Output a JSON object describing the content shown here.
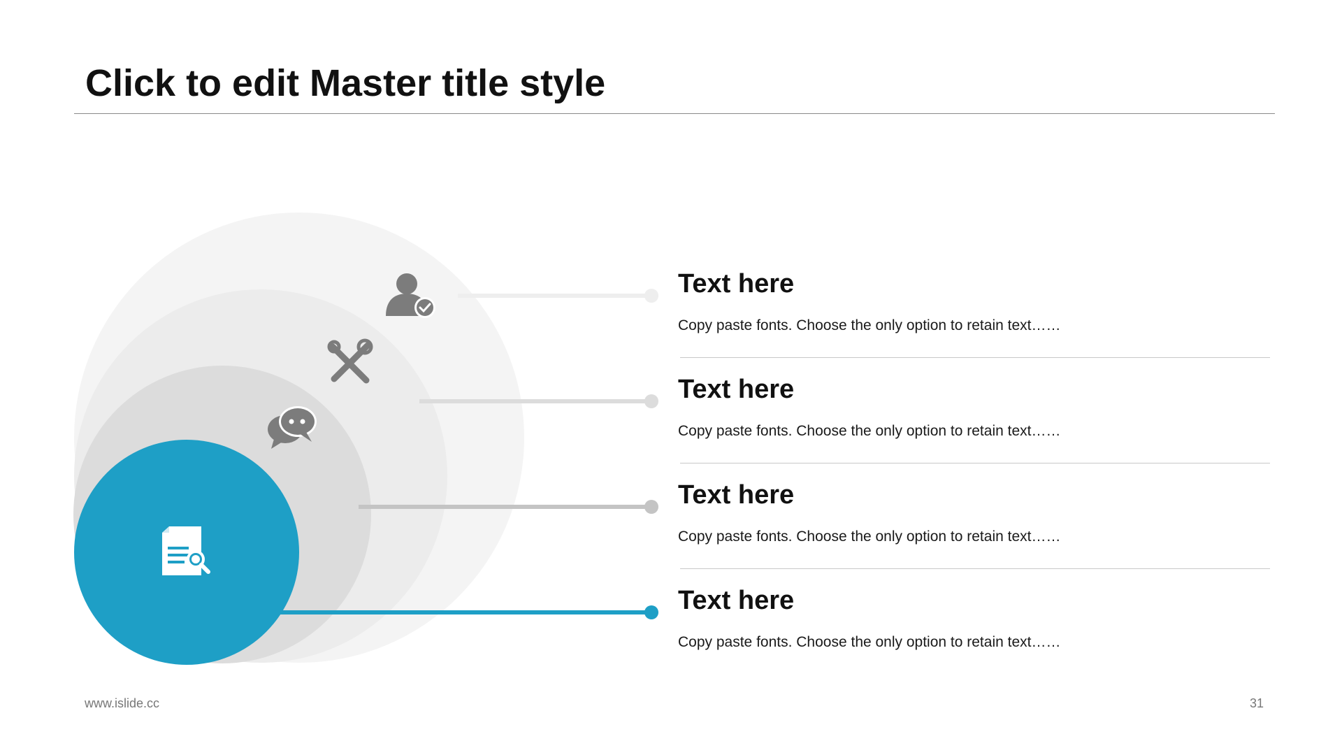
{
  "slide": {
    "title": "Click to edit Master title style"
  },
  "items": [
    {
      "title": "Text here",
      "desc": "Copy paste fonts. Choose the only option to retain text……",
      "icon": "user-check-icon",
      "color": "#eeeeee"
    },
    {
      "title": "Text here",
      "desc": "Copy paste fonts. Choose the only option to retain text……",
      "icon": "tools-icon",
      "color": "#dcdcdc"
    },
    {
      "title": "Text here",
      "desc": "Copy paste fonts. Choose the only option to retain text……",
      "icon": "chat-icon",
      "color": "#c4c4c4"
    },
    {
      "title": "Text here",
      "desc": "Copy paste fonts. Choose the only option to retain text……",
      "icon": "document-search-icon",
      "color": "#1e9fc6"
    }
  ],
  "footer": {
    "url": "www.islide.cc",
    "page_number": "31"
  }
}
